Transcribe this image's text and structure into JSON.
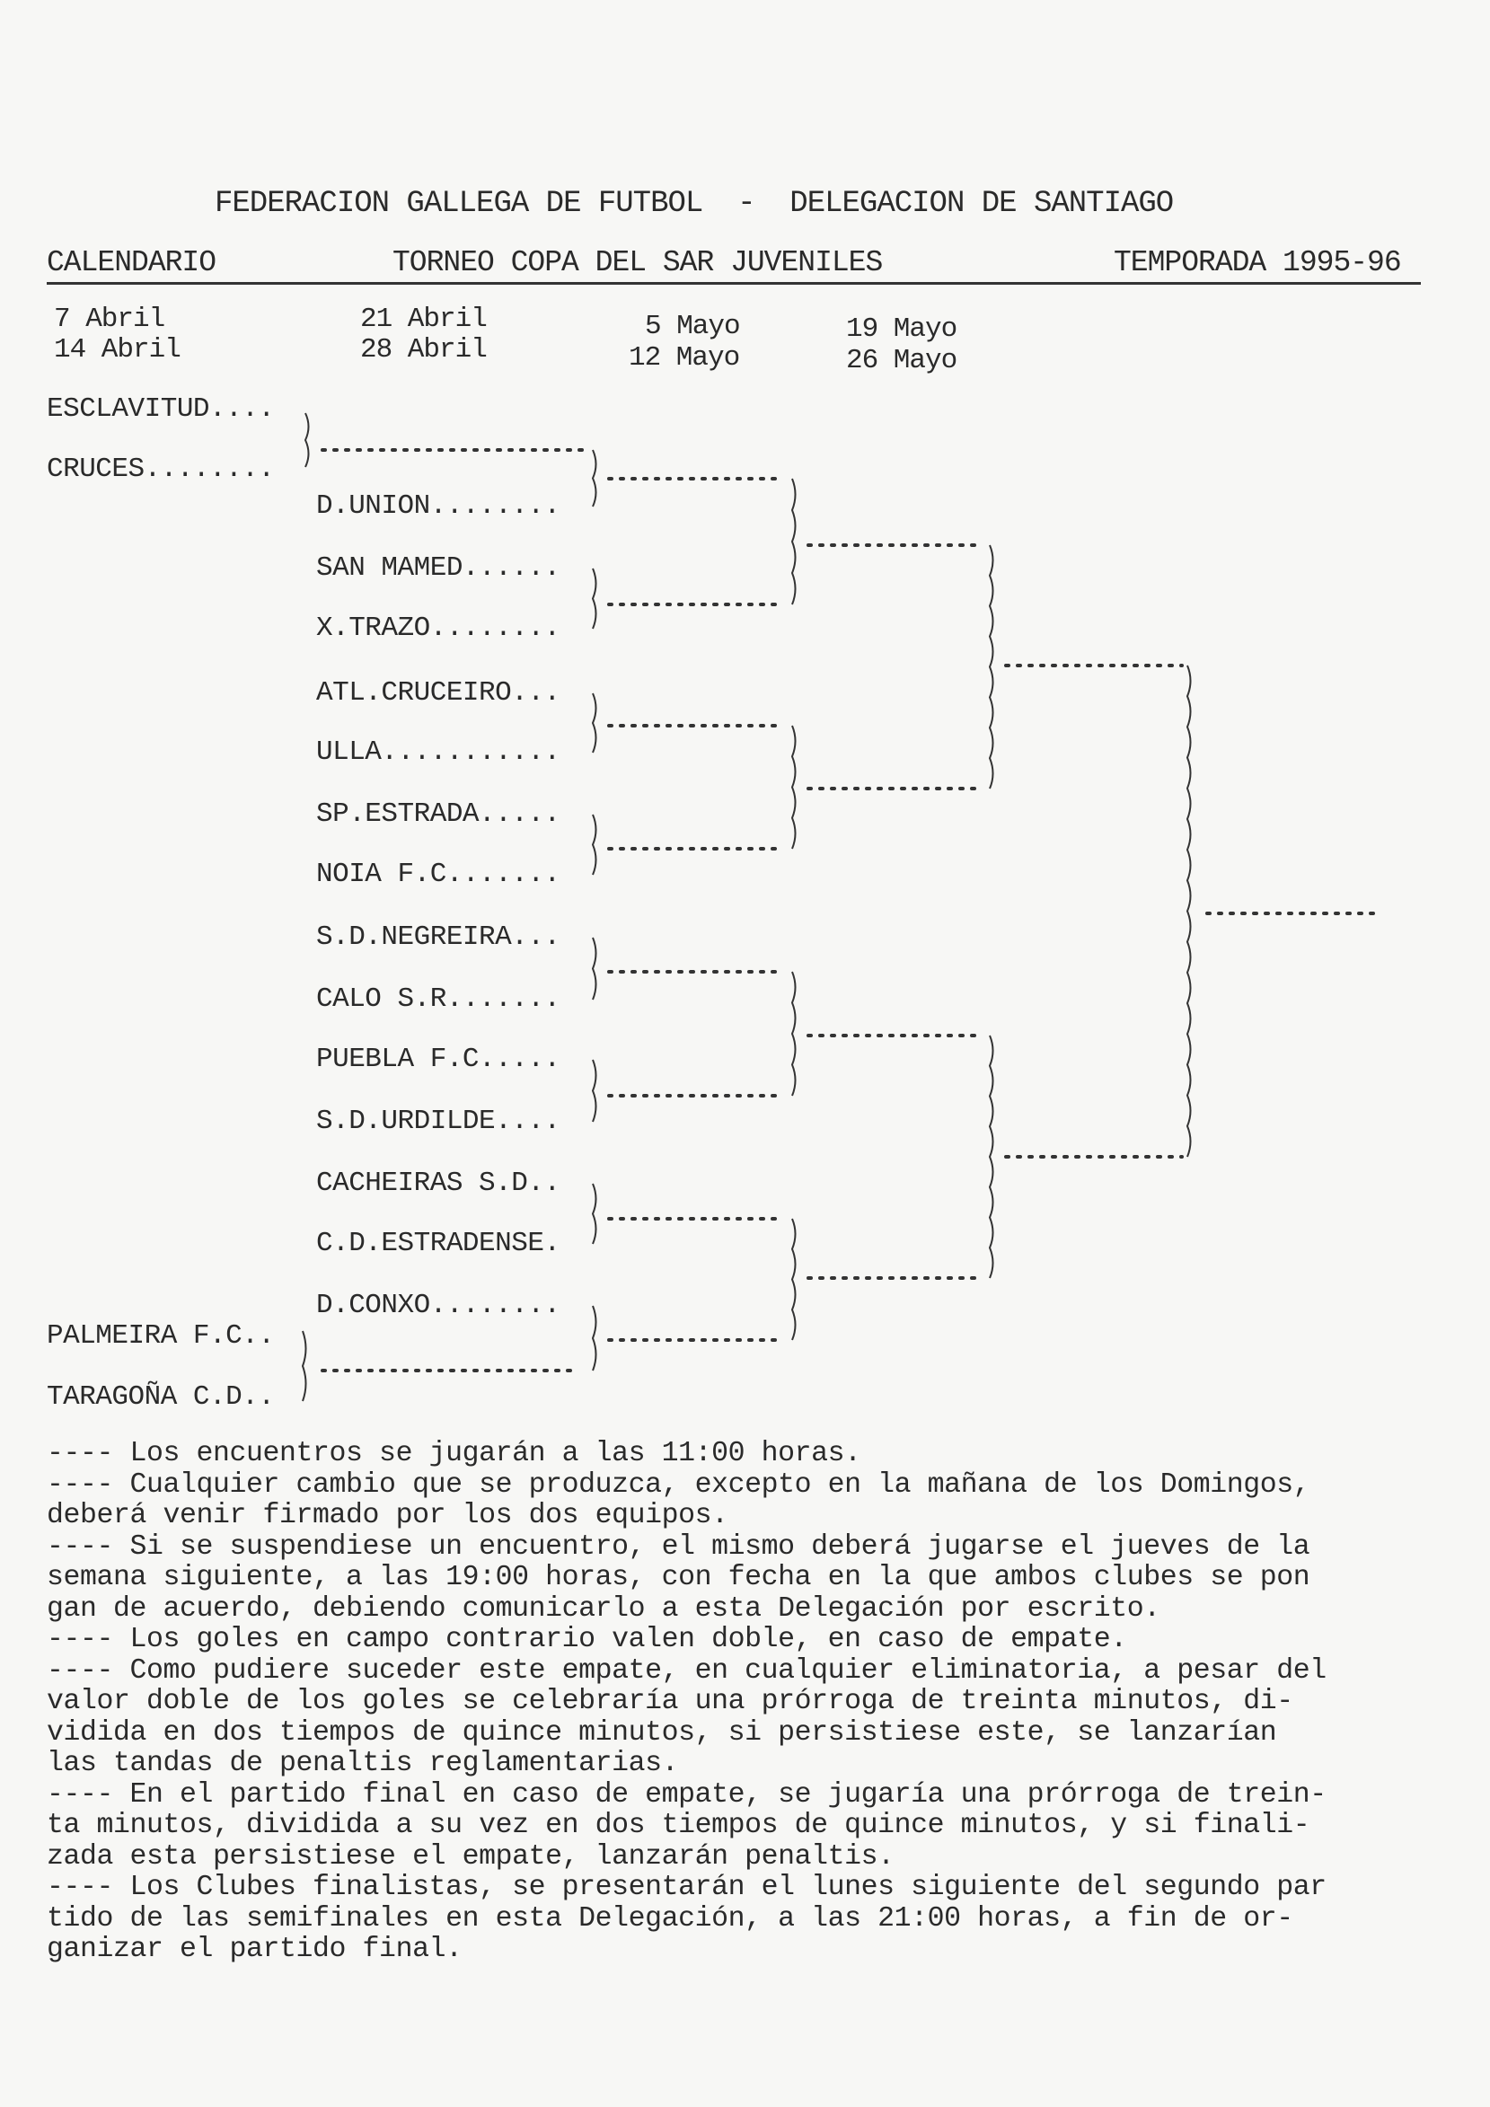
{
  "header": {
    "title": "FEDERACION GALLEGA DE FUTBOL  -  DELEGACION DE SANTIAGO",
    "left": "CALENDARIO",
    "center": "TORNEO COPA DEL SAR JUVENILES",
    "right": "TEMPORADA 1995-96"
  },
  "dates": [
    [
      "7 Abril",
      "14 Abril"
    ],
    [
      "21 Abril",
      "28 Abril"
    ],
    [
      "5 Mayo",
      "12 Mayo"
    ],
    [
      "19 Mayo",
      "26 Mayo"
    ]
  ],
  "teams": {
    "preliminary": [
      "ESCLAVITUD....",
      "CRUCES........",
      "PALMEIRA F.C..",
      "TARAGOÑA C.D.."
    ],
    "main": [
      "D.UNION........",
      "SAN MAMED......",
      "X.TRAZO........",
      "ATL.CRUCEIRO...",
      "ULLA...........",
      "SP.ESTRADA.....",
      "NOIA F.C.......",
      "S.D.NEGREIRA...",
      "CALO S.R.......",
      "PUEBLA F.C.....",
      "S.D.URDILDE....",
      "CACHEIRAS S.D..",
      "C.D.ESTRADENSE.",
      "D.CONXO........"
    ]
  },
  "notes": [
    [
      "---- Los encuentros se jugarán a las 11:00 horas."
    ],
    [
      "---- Cualquier cambio que se produzca, excepto en la mañana de los Domingos,",
      "deberá venir firmado por los dos equipos."
    ],
    [
      "---- Si se suspendiese un encuentro, el mismo deberá jugarse el jueves de la",
      "semana siguiente, a las 19:00 horas, con fecha en la que ambos clubes se pon",
      "gan de acuerdo, debiendo comunicarlo a esta Delegación por escrito."
    ],
    [
      "---- Los goles en campo contrario valen doble, en caso de empate."
    ],
    [
      "---- Como pudiere suceder este empate, en cualquier eliminatoria, a pesar del",
      "valor doble de los goles se celebraría una prórroga de treinta minutos, di-",
      "vidida en dos tiempos de quince minutos, si persistiese este, se lanzarían",
      "las tandas de penaltis reglamentarias."
    ],
    [
      "---- En el partido final en caso de empate, se jugaría una prórroga de trein-",
      "ta minutos, dividida a su vez en dos tiempos de quince minutos, y si finali-",
      "zada esta persistiese el empate, lanzarán penaltis."
    ],
    [
      "---- Los Clubes finalistas, se presentarán el lunes siguiente del segundo par",
      "tido de las semifinales en esta Delegación, a las 21:00 horas, a fin de or-",
      "ganizar el partido final."
    ]
  ]
}
